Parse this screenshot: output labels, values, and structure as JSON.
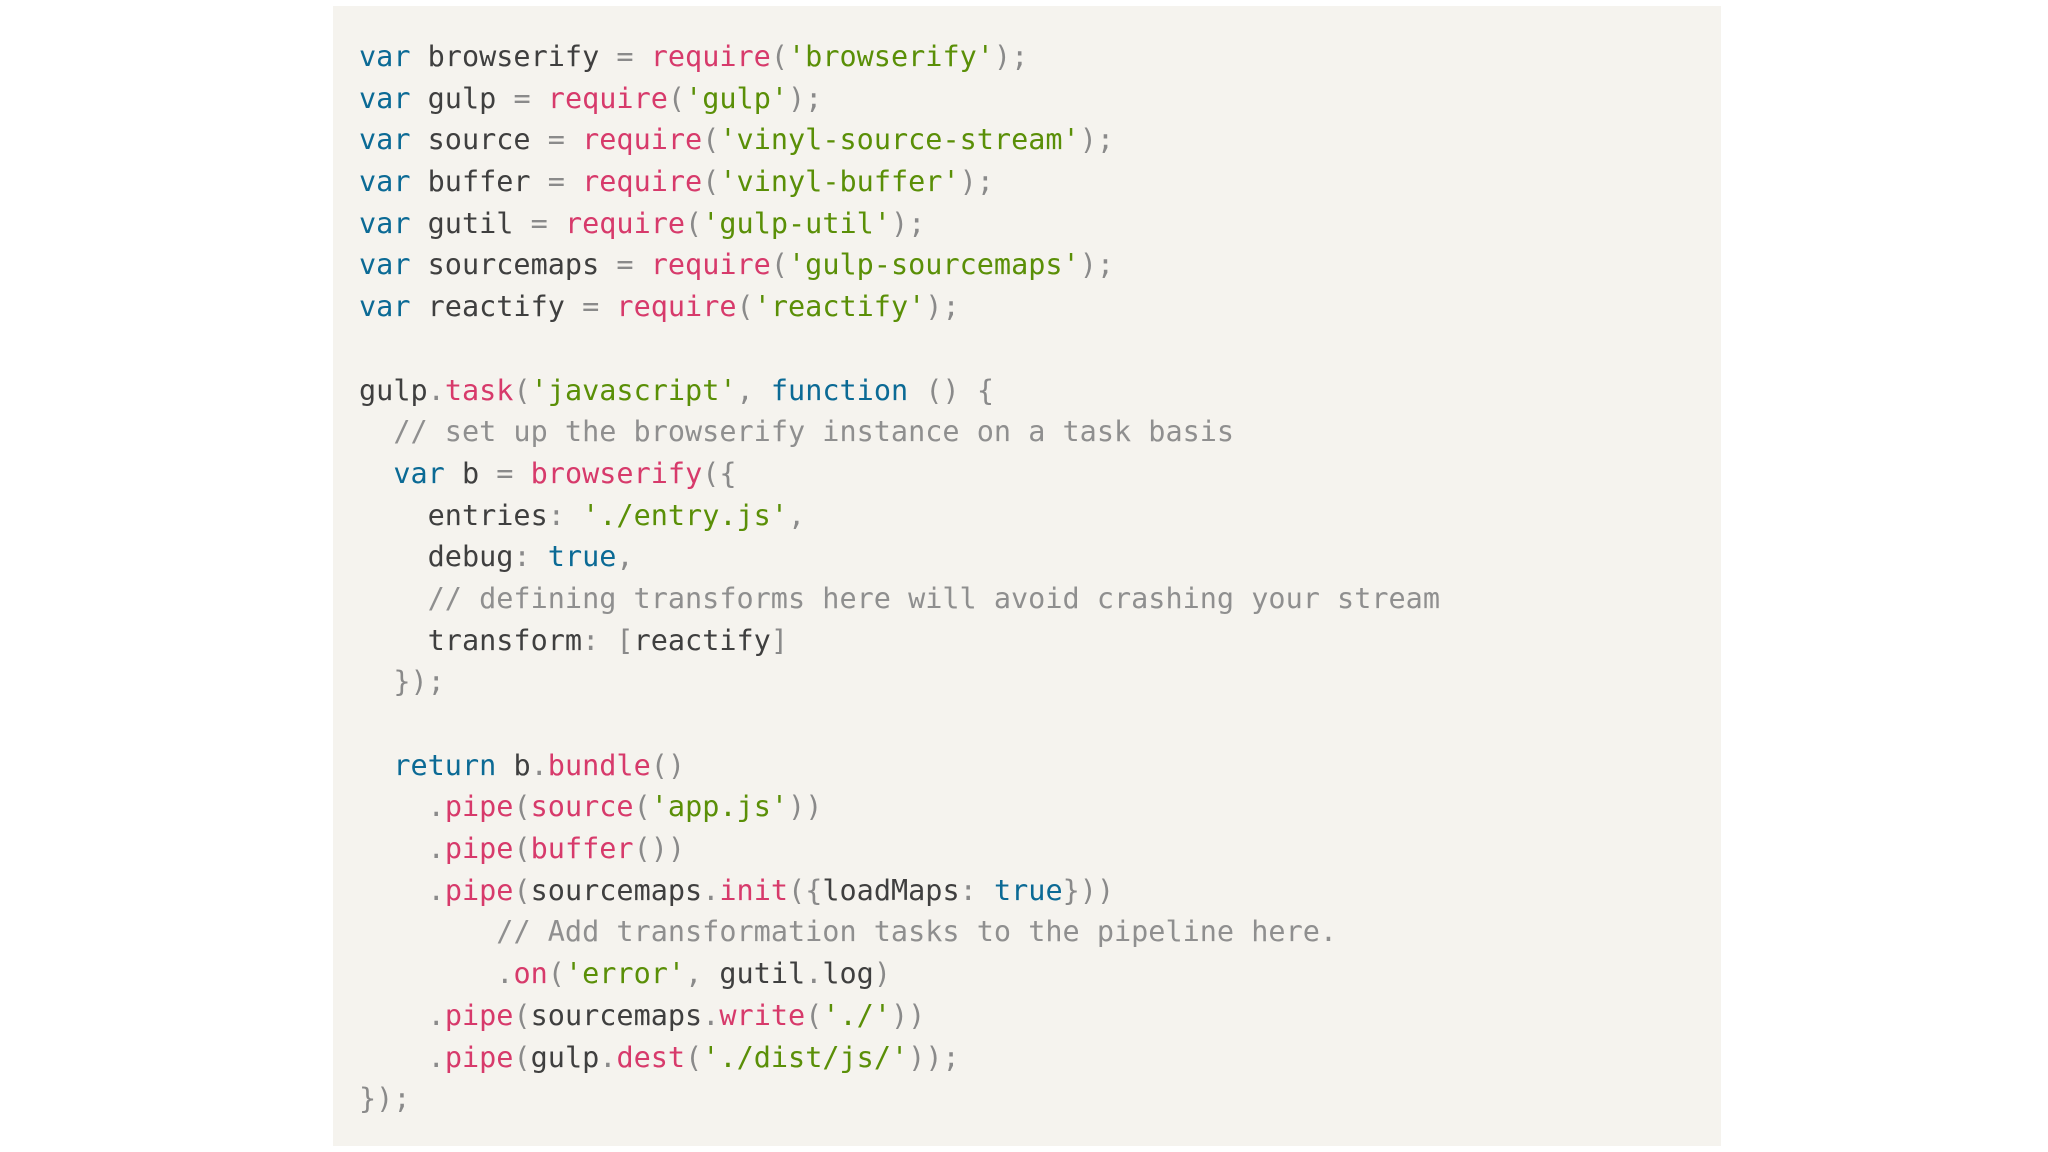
{
  "colors": {
    "background": "#ffffff",
    "panel": "#f5f3ee",
    "keyword": "#0b6a95",
    "function": "#d73a6b",
    "string": "#5a8f07",
    "punctuation": "#8a8a8a",
    "comment": "#8f8f8f",
    "identifier": "#3f3f3f"
  },
  "code": {
    "language": "javascript",
    "lines": [
      [
        [
          "kw",
          "var"
        ],
        [
          "id",
          " browserify "
        ],
        [
          "pun",
          "="
        ],
        [
          "id",
          " "
        ],
        [
          "fn",
          "require"
        ],
        [
          "pun",
          "("
        ],
        [
          "str",
          "'browserify'"
        ],
        [
          "pun",
          ");"
        ]
      ],
      [
        [
          "kw",
          "var"
        ],
        [
          "id",
          " gulp "
        ],
        [
          "pun",
          "="
        ],
        [
          "id",
          " "
        ],
        [
          "fn",
          "require"
        ],
        [
          "pun",
          "("
        ],
        [
          "str",
          "'gulp'"
        ],
        [
          "pun",
          ");"
        ]
      ],
      [
        [
          "kw",
          "var"
        ],
        [
          "id",
          " source "
        ],
        [
          "pun",
          "="
        ],
        [
          "id",
          " "
        ],
        [
          "fn",
          "require"
        ],
        [
          "pun",
          "("
        ],
        [
          "str",
          "'vinyl-source-stream'"
        ],
        [
          "pun",
          ");"
        ]
      ],
      [
        [
          "kw",
          "var"
        ],
        [
          "id",
          " buffer "
        ],
        [
          "pun",
          "="
        ],
        [
          "id",
          " "
        ],
        [
          "fn",
          "require"
        ],
        [
          "pun",
          "("
        ],
        [
          "str",
          "'vinyl-buffer'"
        ],
        [
          "pun",
          ");"
        ]
      ],
      [
        [
          "kw",
          "var"
        ],
        [
          "id",
          " gutil "
        ],
        [
          "pun",
          "="
        ],
        [
          "id",
          " "
        ],
        [
          "fn",
          "require"
        ],
        [
          "pun",
          "("
        ],
        [
          "str",
          "'gulp-util'"
        ],
        [
          "pun",
          ");"
        ]
      ],
      [
        [
          "kw",
          "var"
        ],
        [
          "id",
          " sourcemaps "
        ],
        [
          "pun",
          "="
        ],
        [
          "id",
          " "
        ],
        [
          "fn",
          "require"
        ],
        [
          "pun",
          "("
        ],
        [
          "str",
          "'gulp-sourcemaps'"
        ],
        [
          "pun",
          ");"
        ]
      ],
      [
        [
          "kw",
          "var"
        ],
        [
          "id",
          " reactify "
        ],
        [
          "pun",
          "="
        ],
        [
          "id",
          " "
        ],
        [
          "fn",
          "require"
        ],
        [
          "pun",
          "("
        ],
        [
          "str",
          "'reactify'"
        ],
        [
          "pun",
          ");"
        ]
      ],
      [],
      [
        [
          "id",
          "gulp"
        ],
        [
          "pun",
          "."
        ],
        [
          "fn",
          "task"
        ],
        [
          "pun",
          "("
        ],
        [
          "str",
          "'javascript'"
        ],
        [
          "pun",
          ","
        ],
        [
          "id",
          " "
        ],
        [
          "kw",
          "function"
        ],
        [
          "id",
          " "
        ],
        [
          "pun",
          "()"
        ],
        [
          "id",
          " "
        ],
        [
          "pun",
          "{"
        ]
      ],
      [
        [
          "id",
          "  "
        ],
        [
          "cm",
          "// set up the browserify instance on a task basis"
        ]
      ],
      [
        [
          "id",
          "  "
        ],
        [
          "kw",
          "var"
        ],
        [
          "id",
          " b "
        ],
        [
          "pun",
          "="
        ],
        [
          "id",
          " "
        ],
        [
          "fn",
          "browserify"
        ],
        [
          "pun",
          "({"
        ]
      ],
      [
        [
          "id",
          "    entries"
        ],
        [
          "pun",
          ":"
        ],
        [
          "id",
          " "
        ],
        [
          "str",
          "'./entry.js'"
        ],
        [
          "pun",
          ","
        ]
      ],
      [
        [
          "id",
          "    debug"
        ],
        [
          "pun",
          ":"
        ],
        [
          "id",
          " "
        ],
        [
          "kw",
          "true"
        ],
        [
          "pun",
          ","
        ]
      ],
      [
        [
          "id",
          "    "
        ],
        [
          "cm",
          "// defining transforms here will avoid crashing your stream"
        ]
      ],
      [
        [
          "id",
          "    transform"
        ],
        [
          "pun",
          ":"
        ],
        [
          "id",
          " "
        ],
        [
          "pun",
          "["
        ],
        [
          "id",
          "reactify"
        ],
        [
          "pun",
          "]"
        ]
      ],
      [
        [
          "id",
          "  "
        ],
        [
          "pun",
          "});"
        ]
      ],
      [],
      [
        [
          "id",
          "  "
        ],
        [
          "kw",
          "return"
        ],
        [
          "id",
          " b"
        ],
        [
          "pun",
          "."
        ],
        [
          "fn",
          "bundle"
        ],
        [
          "pun",
          "()"
        ]
      ],
      [
        [
          "id",
          "    "
        ],
        [
          "pun",
          "."
        ],
        [
          "fn",
          "pipe"
        ],
        [
          "pun",
          "("
        ],
        [
          "fn",
          "source"
        ],
        [
          "pun",
          "("
        ],
        [
          "str",
          "'app.js'"
        ],
        [
          "pun",
          "))"
        ]
      ],
      [
        [
          "id",
          "    "
        ],
        [
          "pun",
          "."
        ],
        [
          "fn",
          "pipe"
        ],
        [
          "pun",
          "("
        ],
        [
          "fn",
          "buffer"
        ],
        [
          "pun",
          "())"
        ]
      ],
      [
        [
          "id",
          "    "
        ],
        [
          "pun",
          "."
        ],
        [
          "fn",
          "pipe"
        ],
        [
          "pun",
          "("
        ],
        [
          "id",
          "sourcemaps"
        ],
        [
          "pun",
          "."
        ],
        [
          "fn",
          "init"
        ],
        [
          "pun",
          "({"
        ],
        [
          "id",
          "loadMaps"
        ],
        [
          "pun",
          ":"
        ],
        [
          "id",
          " "
        ],
        [
          "kw",
          "true"
        ],
        [
          "pun",
          "}))"
        ]
      ],
      [
        [
          "id",
          "        "
        ],
        [
          "cm",
          "// Add transformation tasks to the pipeline here."
        ]
      ],
      [
        [
          "id",
          "        "
        ],
        [
          "pun",
          "."
        ],
        [
          "fn",
          "on"
        ],
        [
          "pun",
          "("
        ],
        [
          "str",
          "'error'"
        ],
        [
          "pun",
          ","
        ],
        [
          "id",
          " gutil"
        ],
        [
          "pun",
          "."
        ],
        [
          "id",
          "log"
        ],
        [
          "pun",
          ")"
        ]
      ],
      [
        [
          "id",
          "    "
        ],
        [
          "pun",
          "."
        ],
        [
          "fn",
          "pipe"
        ],
        [
          "pun",
          "("
        ],
        [
          "id",
          "sourcemaps"
        ],
        [
          "pun",
          "."
        ],
        [
          "fn",
          "write"
        ],
        [
          "pun",
          "("
        ],
        [
          "str",
          "'./'"
        ],
        [
          "pun",
          "))"
        ]
      ],
      [
        [
          "id",
          "    "
        ],
        [
          "pun",
          "."
        ],
        [
          "fn",
          "pipe"
        ],
        [
          "pun",
          "("
        ],
        [
          "id",
          "gulp"
        ],
        [
          "pun",
          "."
        ],
        [
          "fn",
          "dest"
        ],
        [
          "pun",
          "("
        ],
        [
          "str",
          "'./dist/js/'"
        ],
        [
          "pun",
          "));"
        ]
      ],
      [
        [
          "pun",
          "});"
        ]
      ]
    ]
  }
}
